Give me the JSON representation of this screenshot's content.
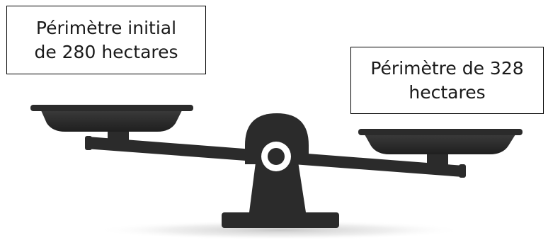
{
  "diagram": {
    "left_label": {
      "line1": "Périmètre initial",
      "line2": "de 280 hectares"
    },
    "right_label": {
      "line1": "Périmètre de 328",
      "line2": "hectares"
    },
    "colors": {
      "scale": "#2b2b2b",
      "pivot_ring": "#ffffff",
      "label_border": "#000000"
    }
  }
}
